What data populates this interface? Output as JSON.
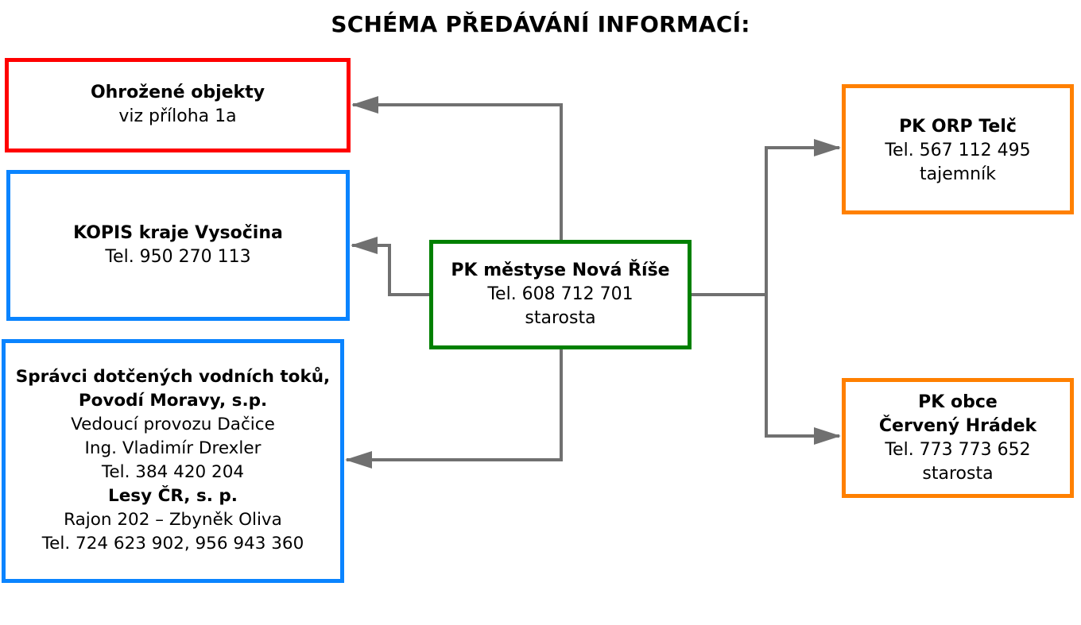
{
  "title": "SCHÉMA PŘEDÁVÁNÍ INFORMACÍ:",
  "colors": {
    "red": "#ff0000",
    "blue": "#0a84ff",
    "green": "#008000",
    "orange": "#ff8000",
    "arrow": "#707070"
  },
  "nodes": {
    "ohrozene": {
      "name": "Ohrožené objekty",
      "detail": "viz příloha 1a"
    },
    "kopis": {
      "name": "KOPIS kraje Vysočina",
      "phone": "Tel. 950 270 113"
    },
    "spravci": {
      "name_line1": "Správci dotčených vodních toků,",
      "name_line2": "Povodí Moravy, s.p.",
      "role": "Vedoucí provozu Dačice",
      "person": "Ing. Vladimír Drexler",
      "phone": "Tel. 384 420 204",
      "lesy_name": "Lesy ČR, s. p.",
      "lesy_contact": "Rajon 202 – Zbyněk Oliva",
      "lesy_phone": "Tel. 724 623 902, 956 943 360"
    },
    "center": {
      "name": "PK městyse Nová Říše",
      "phone": "Tel. 608 712 701",
      "role": "starosta"
    },
    "orp": {
      "name": "PK ORP Telč",
      "phone": "Tel. 567 112 495",
      "role": "tajemník"
    },
    "obce": {
      "name_line1": "PK obce",
      "name_line2": "Červený Hrádek",
      "phone": "Tel. 773 773 652",
      "role": "starosta"
    }
  }
}
